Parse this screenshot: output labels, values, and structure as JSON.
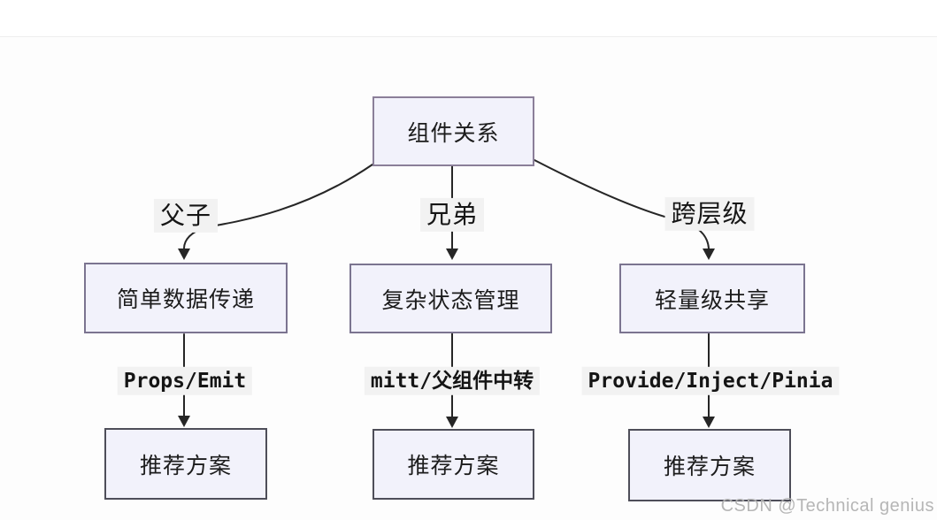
{
  "diagram": {
    "root_label": "组件关系",
    "branches": [
      {
        "relation": "父子",
        "strategy": "简单数据传递",
        "method": "Props/Emit",
        "recommendation": "推荐方案"
      },
      {
        "relation": "兄弟",
        "strategy": "复杂状态管理",
        "method": "mitt/父组件中转",
        "recommendation": "推荐方案"
      },
      {
        "relation": "跨层级",
        "strategy": "轻量级共享",
        "method": "Provide/Inject/Pinia",
        "recommendation": "推荐方案"
      }
    ],
    "colors": {
      "node_fill": "#f2f2fb",
      "node_border_purple": "#8b7f99",
      "node_border_mid": "#7b7490",
      "node_border_dark": "#4e4e59",
      "edge_stroke": "#262626",
      "label_bg": "#f2f2f2"
    }
  },
  "page": {
    "watermark": "CSDN @Technical genius"
  }
}
